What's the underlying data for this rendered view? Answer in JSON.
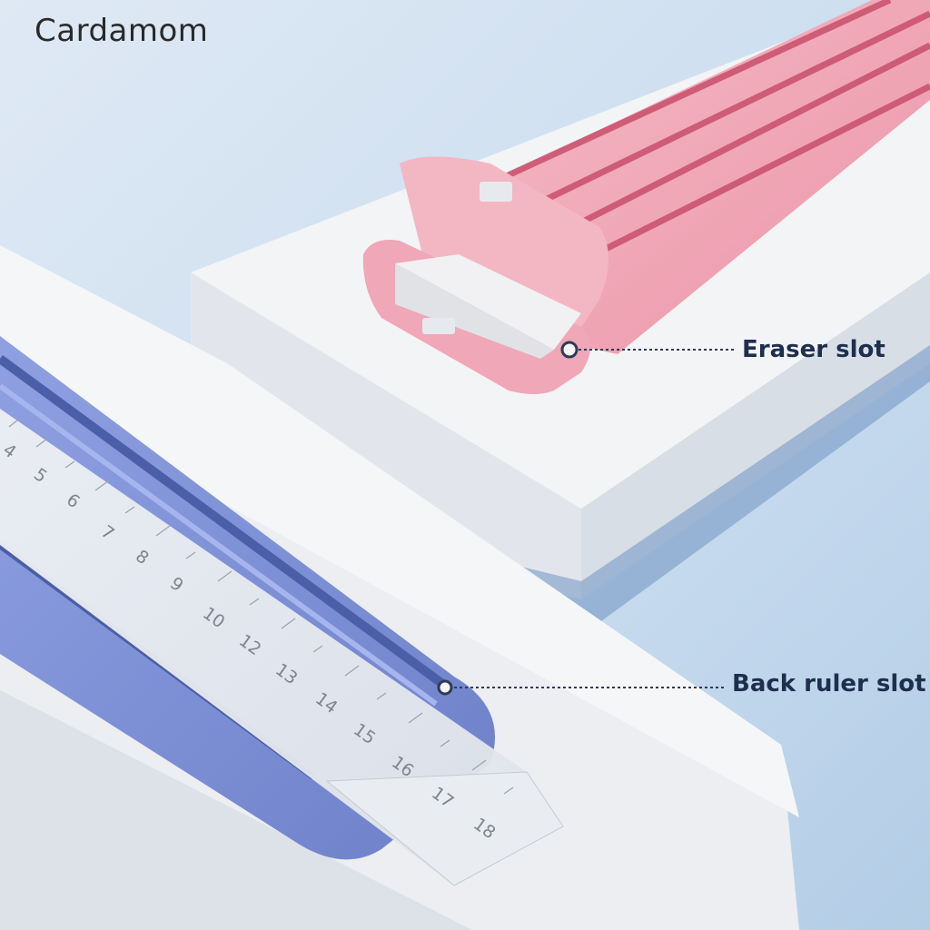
{
  "brand": {
    "name": "Cardamom"
  },
  "callouts": {
    "eraser_slot": "Eraser slot",
    "back_ruler_slot": "Back ruler slot"
  },
  "ruler": {
    "numbers": [
      "4",
      "5",
      "6",
      "7",
      "8",
      "9",
      "10",
      "12",
      "13",
      "14",
      "15",
      "16",
      "17",
      "18"
    ]
  },
  "colors": {
    "background": "#cfe0f0",
    "pink_case": "#f2a9b8",
    "blue_case": "#7c8fd6",
    "pedestal": "#f2f3f5",
    "label": "#1e2f4e"
  }
}
